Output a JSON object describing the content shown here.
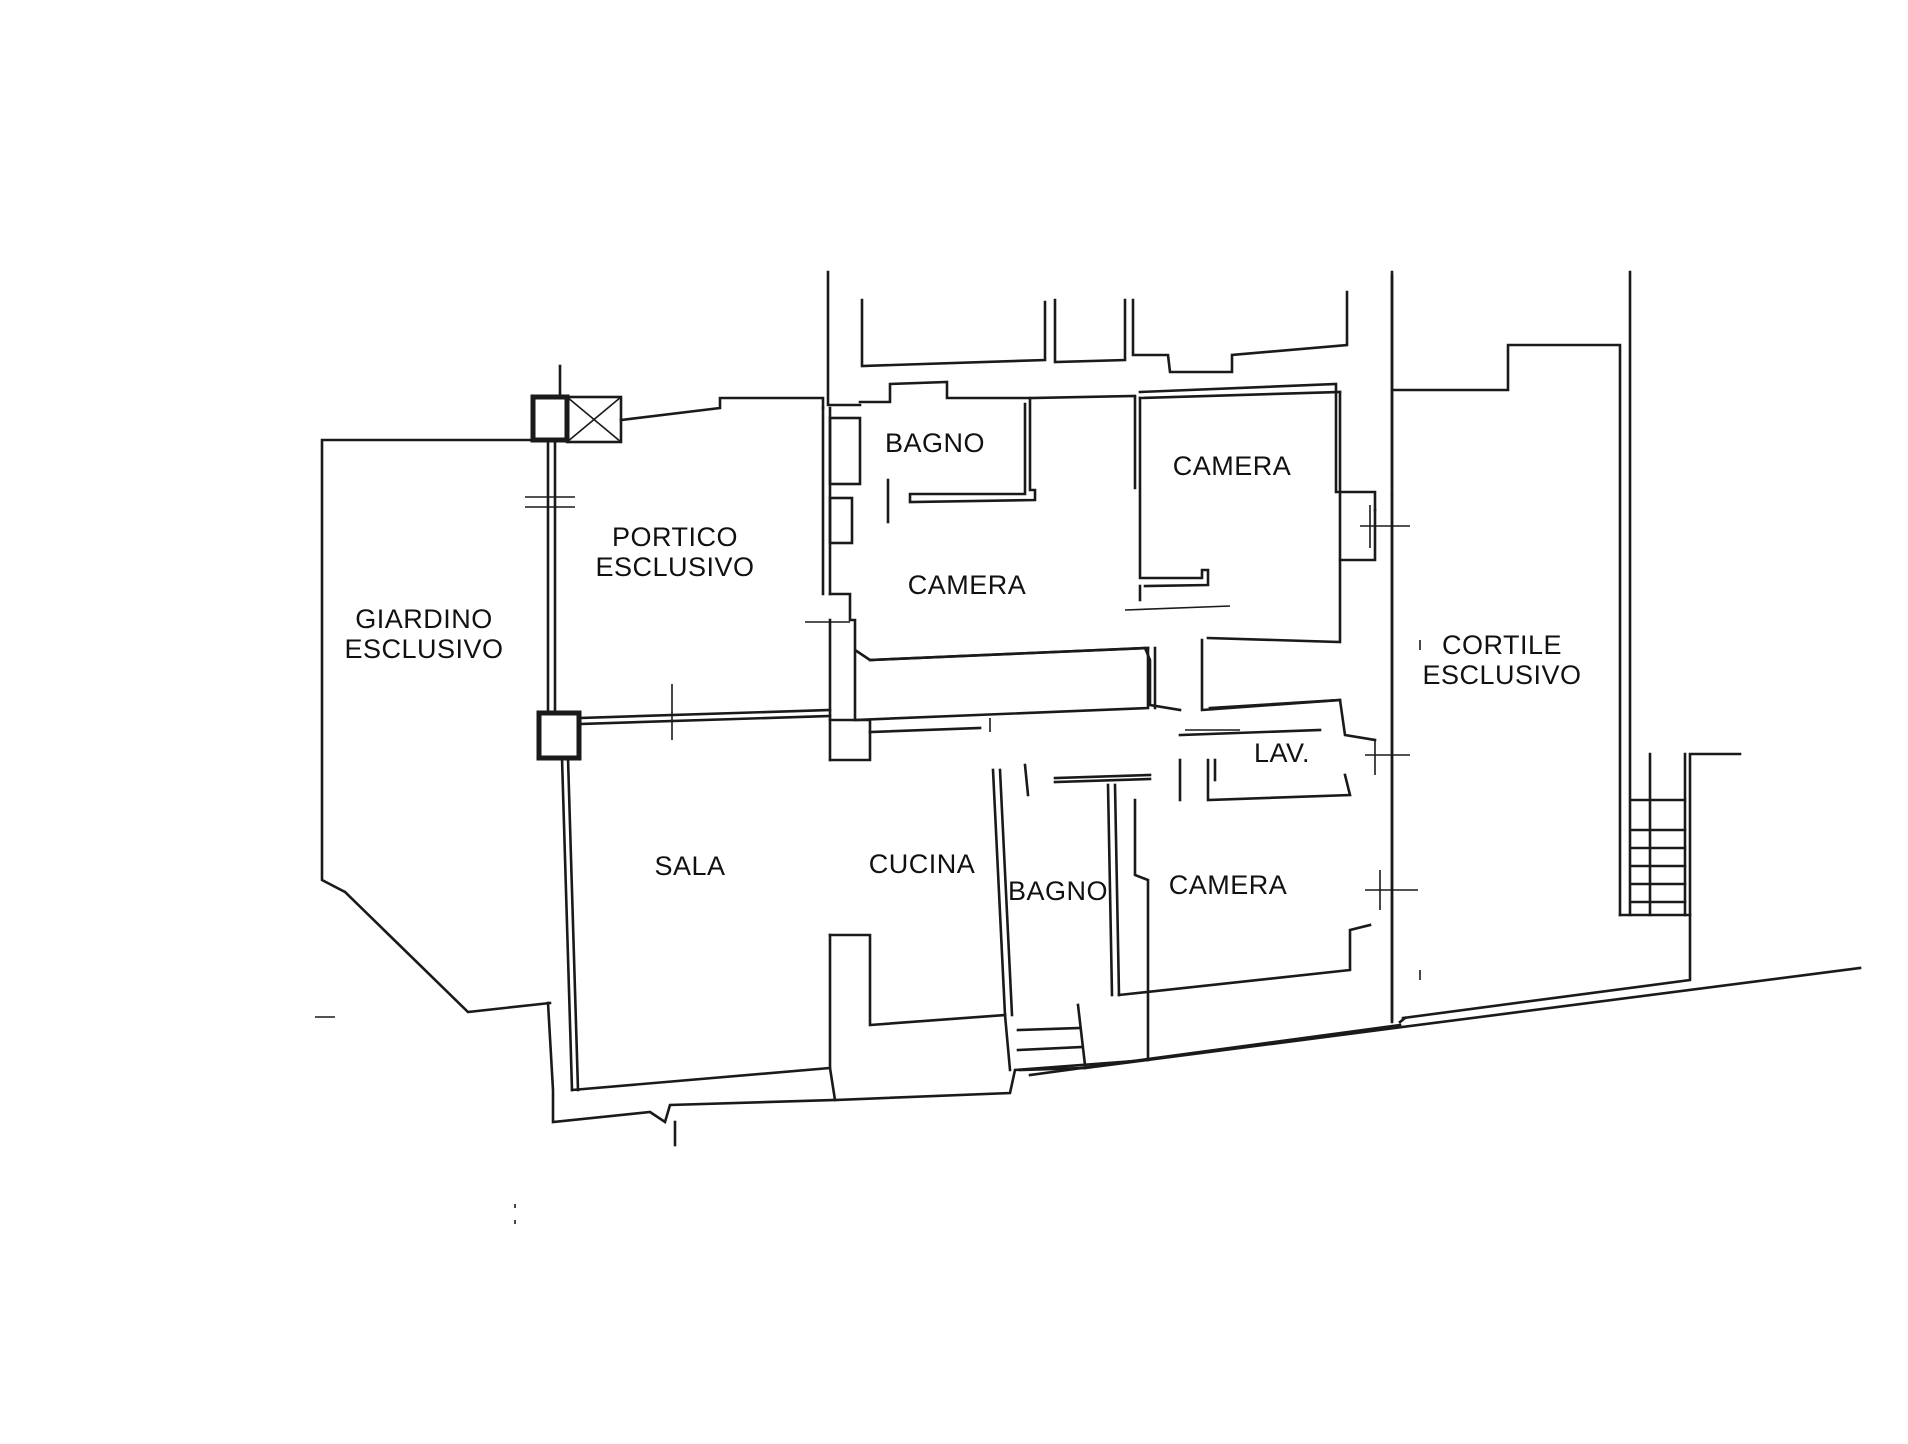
{
  "plan": {
    "rooms": {
      "giardino": [
        "GIARDINO",
        "ESCLUSIVO"
      ],
      "portico": [
        "PORTICO",
        "ESCLUSIVO"
      ],
      "bagno_top": "BAGNO",
      "camera_top_left": "CAMERA",
      "camera_top_right": "CAMERA",
      "cortile": [
        "CORTILE",
        "ESCLUSIVO"
      ],
      "lav": "LAV.",
      "sala": "SALA",
      "cucina": "CUCINA",
      "bagno_bottom": "BAGNO",
      "camera_bottom": "CAMERA"
    }
  },
  "colors": {
    "line": "#1a1a1a",
    "background": "#ffffff"
  }
}
